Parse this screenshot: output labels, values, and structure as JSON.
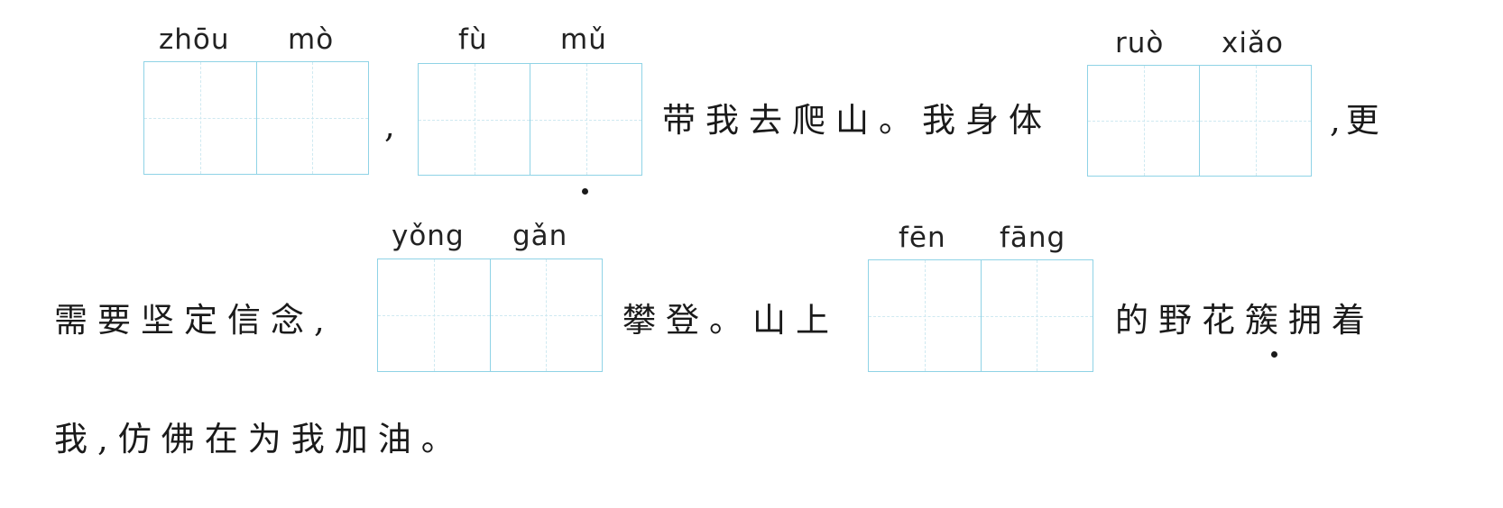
{
  "worksheet": {
    "blanks": [
      {
        "pinyin": [
          "zhōu",
          "mò"
        ]
      },
      {
        "pinyin": [
          "fù",
          "mǔ"
        ]
      },
      {
        "pinyin": [
          "ruò",
          "xiǎo"
        ]
      },
      {
        "pinyin": [
          "yǒng",
          "gǎn"
        ]
      },
      {
        "pinyin": [
          "fēn",
          "fāng"
        ]
      }
    ],
    "line1": {
      "comma": ",",
      "text_a": "带我去爬山。我身体",
      "text_b": ",更"
    },
    "line2": {
      "text_a": "需要坚定信念,",
      "text_b": "攀登。山上",
      "text_c": "的野花簇拥着"
    },
    "line3": {
      "text": "我,仿佛在为我加油。"
    }
  }
}
